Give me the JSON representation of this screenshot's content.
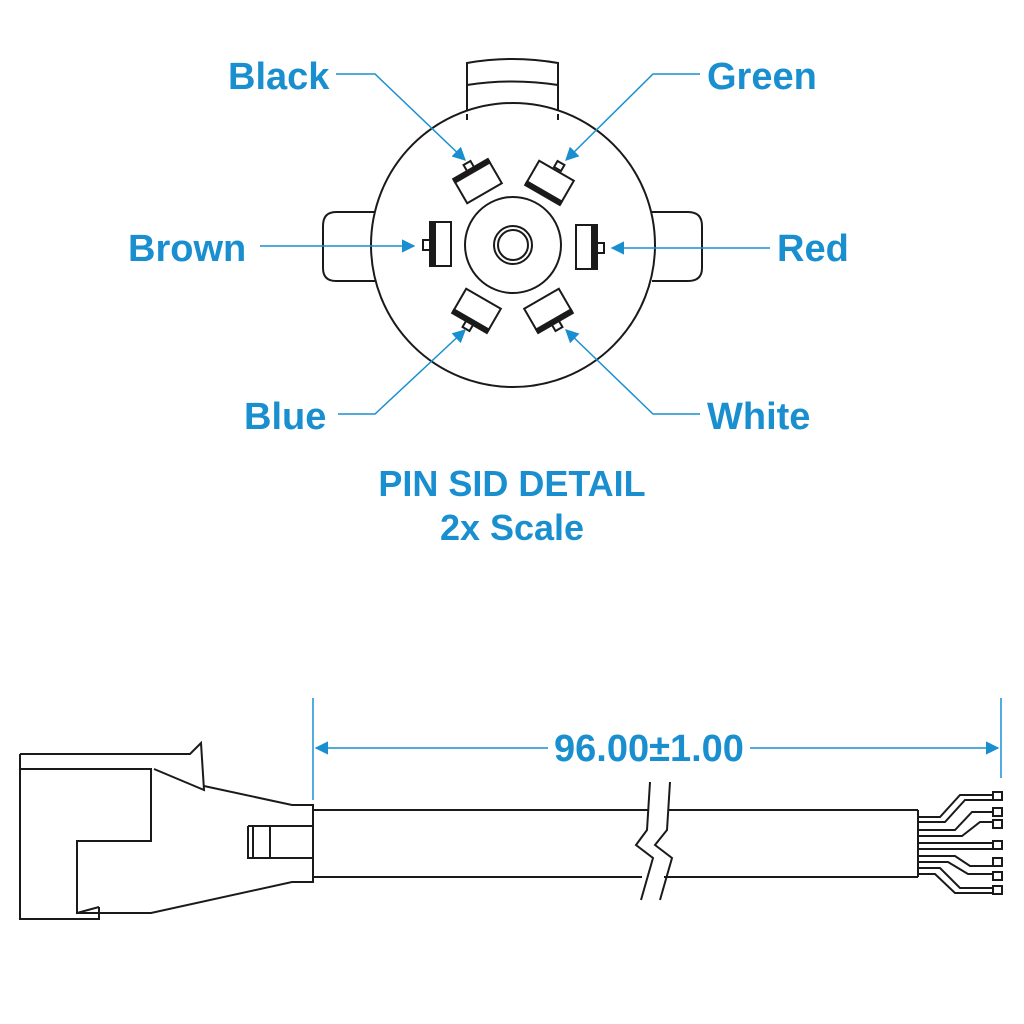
{
  "pin_detail": {
    "labels": {
      "black": "Black",
      "green": "Green",
      "brown": "Brown",
      "red": "Red",
      "blue": "Blue",
      "white": "White"
    },
    "title_line1": "PIN SID DETAIL",
    "title_line2": "2x Scale"
  },
  "cable": {
    "dimension": "96.00±1.00"
  },
  "colors": {
    "accent": "#1a8fd0",
    "line": "#1a1a1a"
  }
}
